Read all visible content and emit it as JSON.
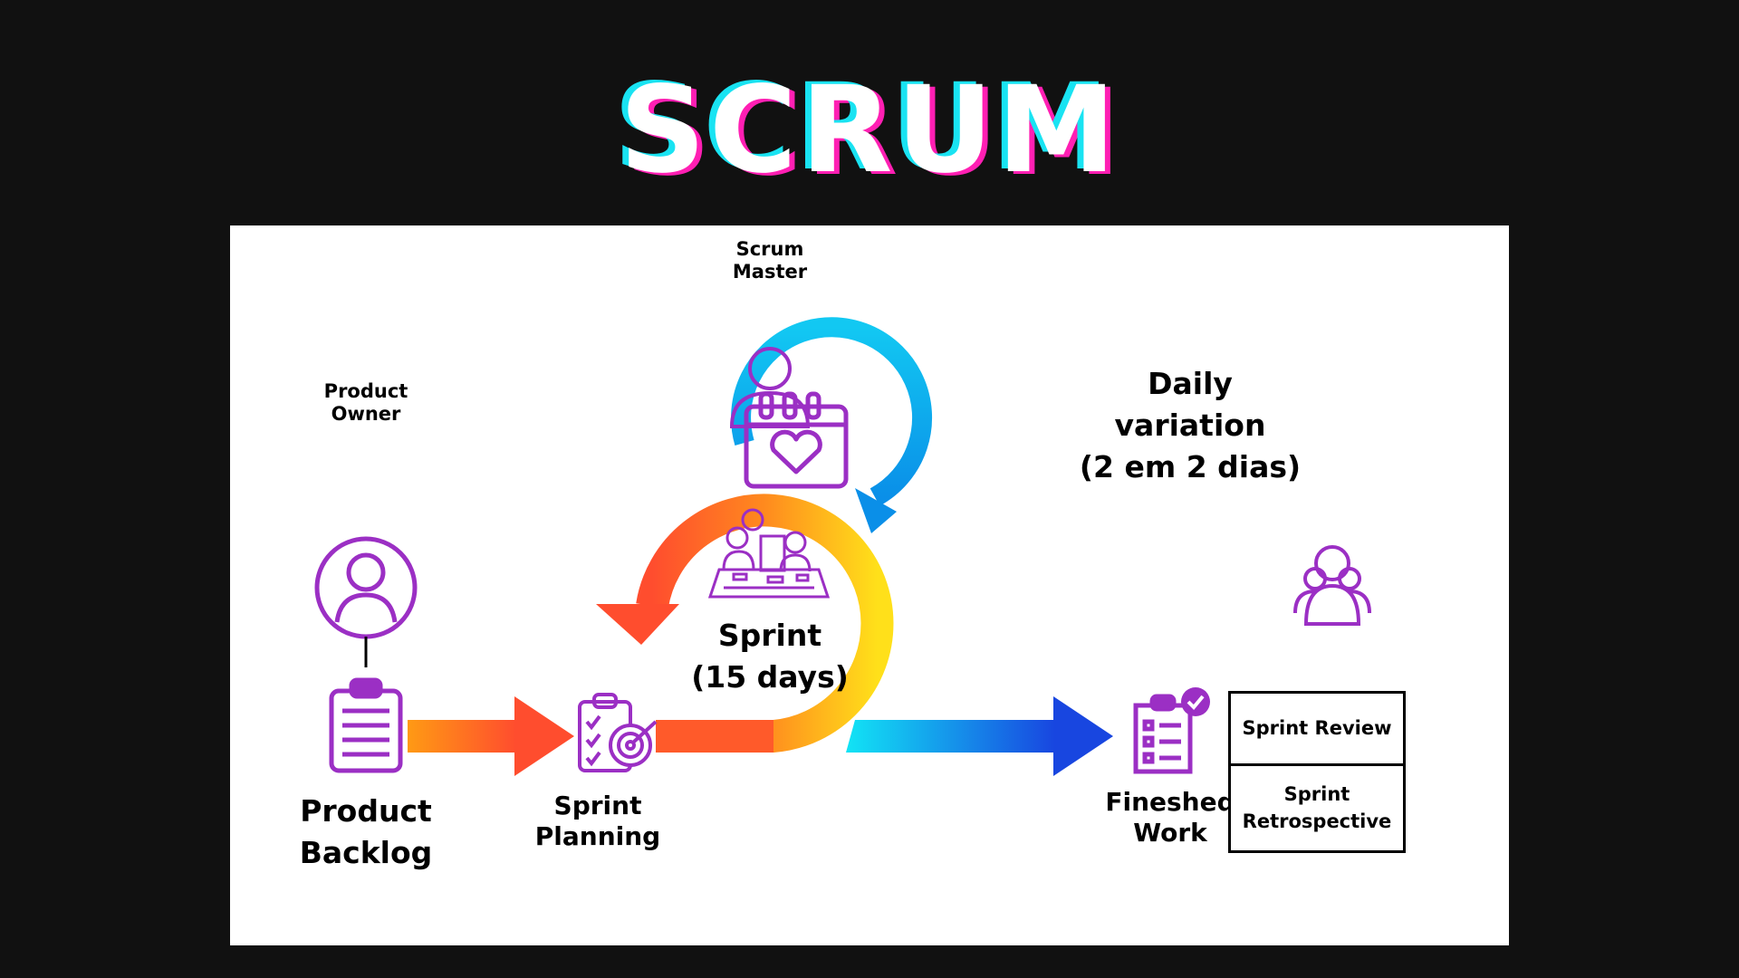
{
  "title": "SCRUM",
  "labels": {
    "scrum_master": "Scrum\nMaster",
    "product_owner": "Product\nOwner",
    "daily_variation": "Daily variation\n(2 em 2 dias)",
    "sprint": "Sprint\n(15 days)",
    "product_backlog": "Product\nBacklog",
    "sprint_planning": "Sprint\nPlanning",
    "finished_work": "Fineshed\nWork",
    "sprint_review": "Sprint Review",
    "sprint_retrospective": "Sprint\nRetrospective"
  },
  "icons": [
    "scrum-master-user-icon",
    "product-owner-user-circle-icon",
    "clipboard-list-icon",
    "clipboard-target-icon",
    "calendar-heart-icon",
    "team-meeting-icon",
    "finished-work-checklist-icon",
    "team-group-icon"
  ],
  "colors": {
    "background": "#111111",
    "panel": "#ffffff",
    "icon_purple": "#9b2fc4",
    "title_cyan": "#19e3f2",
    "title_pink": "#ff1fb3",
    "arrow_orange": "#ff7a1a",
    "arrow_red": "#ff4d2e",
    "arrow_yellow": "#ffd21a",
    "arrow_cyan": "#12d6f5",
    "arrow_blue": "#1846e0"
  }
}
